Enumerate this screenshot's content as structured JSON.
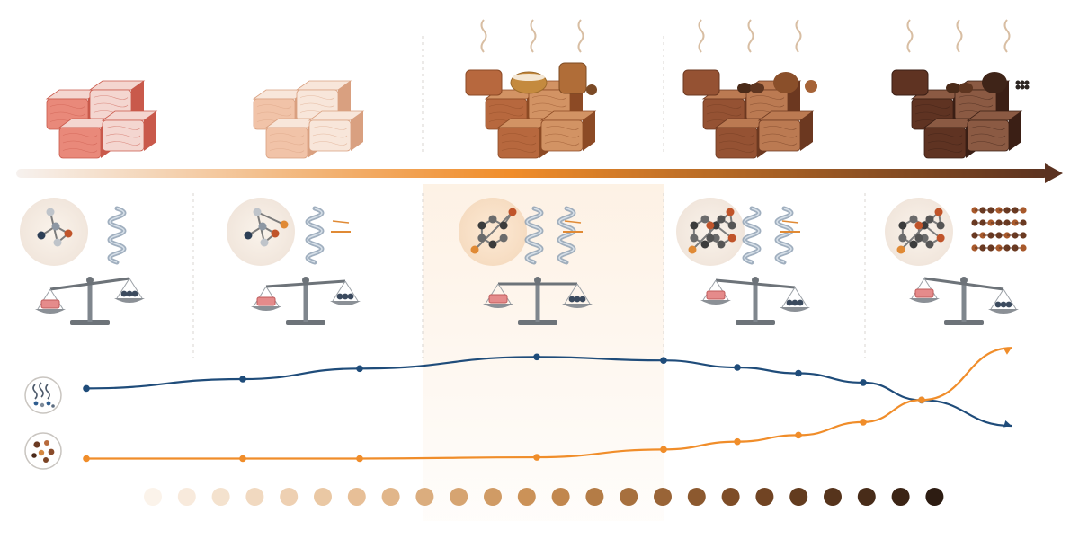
{
  "diagram": {
    "stages": [
      {
        "id": "raw",
        "raw_color": "#e9897a",
        "raw_shade": "#c9594b",
        "fat_color": "#f4d6d0",
        "molecule": "simple",
        "protein": "coiled"
      },
      {
        "id": "warm",
        "raw_color": "#f1c3a8",
        "raw_shade": "#d9a080",
        "fat_color": "#f8e6da",
        "molecule": "reacting",
        "protein": "unfolding"
      },
      {
        "id": "browning",
        "raw_color": "#b7683e",
        "raw_shade": "#8c4a25",
        "fat_color": "#d29364",
        "molecule": "ring-forming",
        "protein": "crosslinked",
        "highlighted": true
      },
      {
        "id": "deep-browning",
        "raw_color": "#955233",
        "raw_shade": "#6c3820",
        "fat_color": "#bb7a52",
        "molecule": "aromatic",
        "protein": "paired"
      },
      {
        "id": "charring",
        "raw_color": "#5f3322",
        "raw_shade": "#3b1f15",
        "fat_color": "#8b5a43",
        "molecule": "aromatic-complex",
        "protein": "polymer-network"
      }
    ],
    "icons": {
      "vapor": "volatile-compounds-icon",
      "pigment": "brown-pigments-icon",
      "balance": "balance-scale-icon",
      "steam": "steam-icon"
    },
    "lines": {
      "volatiles": {
        "color": "#1f4c7a",
        "values": [
          0.52,
          0.6,
          0.69,
          0.79,
          0.76,
          0.7,
          0.65,
          0.57,
          0.42,
          0.2
        ]
      },
      "pigments": {
        "color": "#f08d2a",
        "values": [
          0.1,
          0.1,
          0.1,
          0.11,
          0.17,
          0.23,
          0.28,
          0.38,
          0.55,
          0.95
        ]
      }
    },
    "timeline_colors": [
      "#f6d9c3",
      "#f08d2a",
      "#5b3220"
    ],
    "swatch_gradient": [
      "#fbf3ea",
      "#e8c19a",
      "#c88d52",
      "#7b4a25",
      "#2d1c12"
    ]
  }
}
